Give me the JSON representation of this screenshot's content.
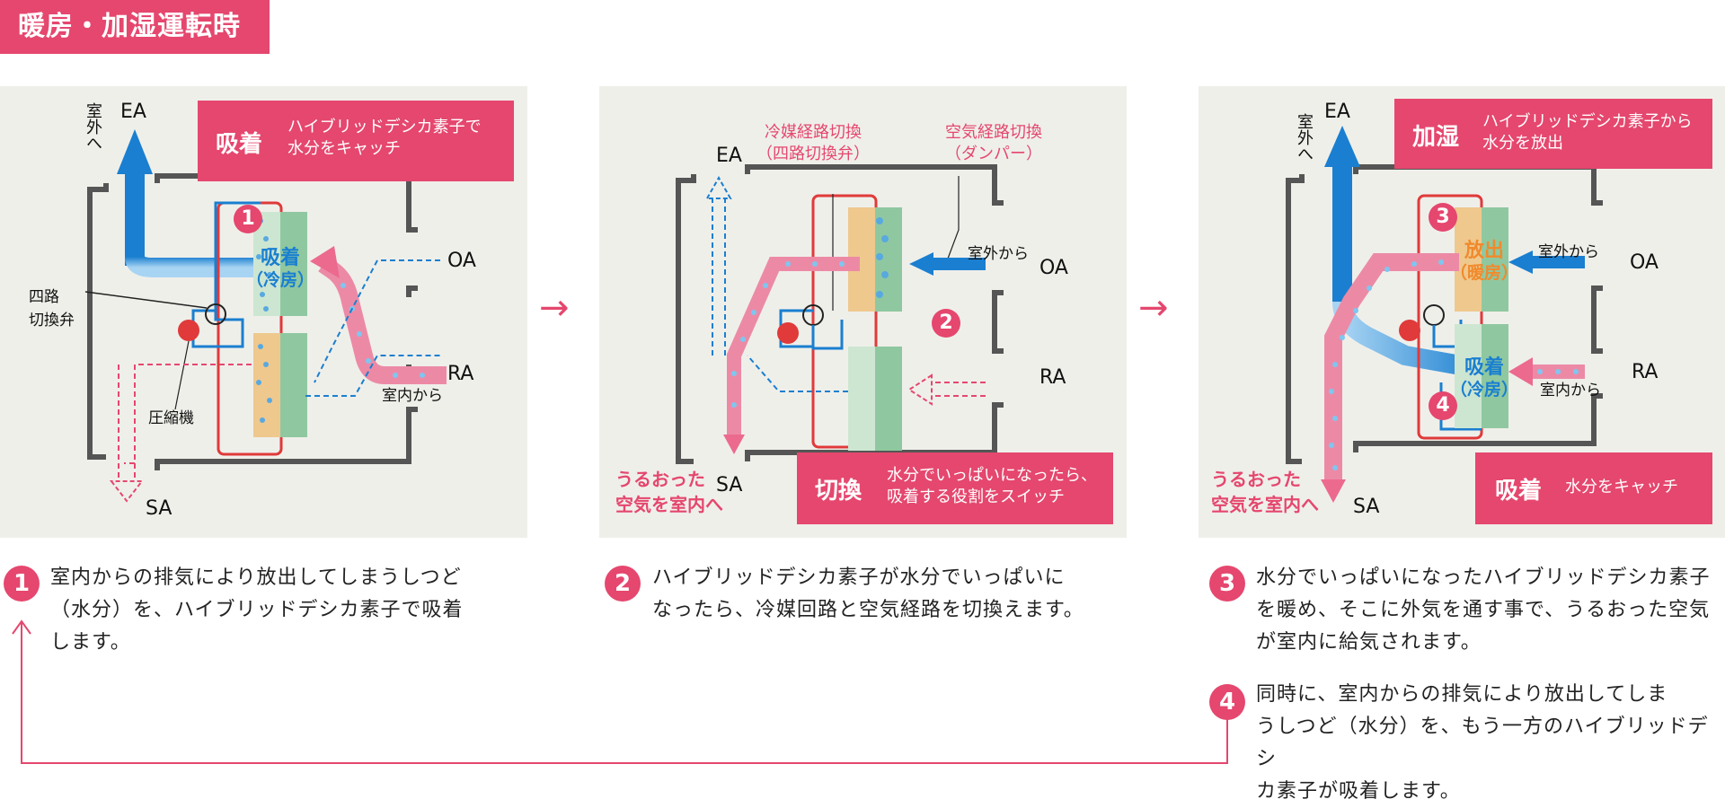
{
  "title": "暖房・加湿運転時",
  "panel1": {
    "callout_head": "吸着",
    "callout_body": [
      "ハイブリッドデシカ素子で",
      "水分をキャッチ"
    ],
    "ea": "EA",
    "outside": "室外へ",
    "valve": [
      "四路",
      "切換弁"
    ],
    "compressor": "圧縮機",
    "element": [
      "吸着",
      "（冷房）"
    ],
    "oa": "OA",
    "ra": "RA",
    "from_indoor": "室内から",
    "sa": "SA",
    "badge": "1"
  },
  "panel2": {
    "refrigerant_label": [
      "冷媒経路切換",
      "（四路切換弁）"
    ],
    "air_label": [
      "空気経路切換",
      "（ダンパー）"
    ],
    "ea": "EA",
    "from_outdoor": "室外から",
    "oa": "OA",
    "ra": "RA",
    "sa": "SA",
    "humid": [
      "うるおった",
      "空気を室内へ"
    ],
    "callout_head": "切換",
    "callout_body": [
      "水分でいっぱいになったら、",
      "吸着する役割をスイッチ"
    ],
    "badge": "2"
  },
  "panel3": {
    "callout_head": "加湿",
    "callout_body": [
      "ハイブリッドデシカ素子から",
      "水分を放出"
    ],
    "ea": "EA",
    "outside": "室外へ",
    "release": [
      "放出",
      "（暖房）"
    ],
    "from_outdoor": "室外から",
    "oa": "OA",
    "adsorb": [
      "吸着",
      "（冷房）"
    ],
    "ra": "RA",
    "from_indoor": "室内から",
    "humid": [
      "うるおった",
      "空気を室内へ"
    ],
    "sa": "SA",
    "callout2_head": "吸着",
    "callout2_body": "水分をキャッチ",
    "badge3": "3",
    "badge4": "4"
  },
  "steps": [
    {
      "num": "1",
      "lines": [
        "室内からの排気により放出してしまうしつど",
        "（水分）を、ハイブリッドデシカ素子で吸着",
        "します。"
      ]
    },
    {
      "num": "2",
      "lines": [
        "ハイブリッドデシカ素子が水分でいっぱいに",
        "なったら、冷媒回路と空気経路を切換えます。"
      ]
    },
    {
      "num": "3",
      "lines": [
        "水分でいっぱいになったハイブリッドデシカ素子",
        "を暖め、そこに外気を通す事で、うるおった空気",
        "が室内に給気されます。"
      ]
    },
    {
      "num": "4",
      "lines": [
        "同時に、室内からの排気により放出してしま",
        "うしつど（水分）を、もう一方のハイブリッドデシ",
        "カ素子が吸着します。"
      ]
    }
  ],
  "colors": {
    "accent": "#e5476e",
    "blue": "#1a7fd0",
    "panel": "#efefea",
    "wall": "#555555",
    "red_line": "#e03a3a"
  }
}
